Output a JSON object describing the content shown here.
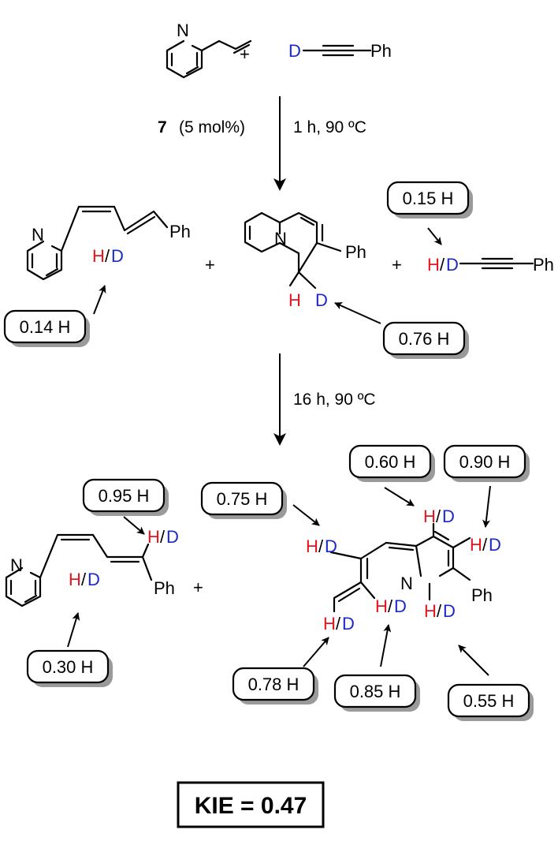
{
  "colors": {
    "hydrogen": "#e8141c",
    "deuterium": "#1a28c8",
    "bond": "#000000",
    "shadow": "#9a9a9a"
  },
  "atoms": {
    "N": "N",
    "H": "H",
    "D": "D",
    "Ph": "Ph",
    "slash": "/",
    "plus": "+"
  },
  "step1": {
    "catalyst": "7",
    "loading": "(5 mol%)",
    "conditions": "1 h, 90 ºC"
  },
  "step2": {
    "conditions": "16 h, 90 ºC"
  },
  "labels": {
    "alkyne_h": "0.15 H",
    "diene1_h": "0.14 H",
    "quinolizine_h": "0.76 H",
    "diene2_terminal_h": "0.95 H",
    "diene2_internal_h": "0.30 H",
    "triene_vinyl_h": "0.75 H",
    "pyridine_h3": "0.60 H",
    "pyridine_h4": "0.90 H",
    "triene_terminal_h": "0.78 H",
    "triene_internal_h": "0.85 H",
    "pyridine_h6": "0.55 H"
  },
  "kie": "KIE = 0.47"
}
